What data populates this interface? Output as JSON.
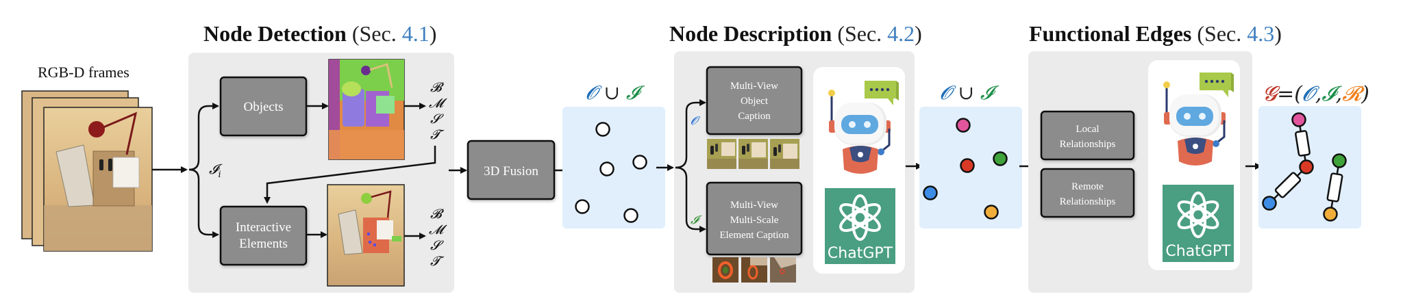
{
  "input": {
    "label": "RGB-D frames",
    "frame_count": 3
  },
  "stages": [
    {
      "id": "node-detection",
      "title": "Node Detection",
      "sec_prefix": "(Sec. ",
      "sec_number": "4.1",
      "sec_suffix": ")",
      "input_symbol": "𝓘",
      "input_subscript": "i",
      "boxes": [
        {
          "lines": [
            "Objects"
          ]
        },
        {
          "lines": [
            "Interactive",
            "Elements"
          ]
        }
      ],
      "outputs": [
        "𝓑",
        "𝓜",
        "𝓢",
        "𝓣"
      ]
    },
    {
      "id": "fusion",
      "box": {
        "lines": [
          "3D Fusion"
        ]
      }
    },
    {
      "id": "nodes-uncolored",
      "label_parts": [
        {
          "text": "𝓞",
          "color": "#1f6fb8"
        },
        {
          "text": " ∪ ",
          "color": "#222222"
        },
        {
          "text": "𝓘",
          "color": "#1d8f4a"
        }
      ],
      "node_count": 5
    },
    {
      "id": "node-description",
      "title": "Node Description",
      "sec_prefix": "(Sec. ",
      "sec_number": "4.2",
      "sec_suffix": ")",
      "branch_labels": [
        {
          "text": "𝓞",
          "color": "#2a6fd6"
        },
        {
          "text": "𝓘",
          "color": "#2b8a2b"
        }
      ],
      "boxes": [
        {
          "lines": [
            "Multi-View",
            "Object",
            "Caption"
          ]
        },
        {
          "lines": [
            "Multi-View",
            "Multi-Scale",
            "Element Caption"
          ]
        }
      ],
      "assistant": {
        "robot_icon": "robot-icon",
        "logo_text": "ChatGPT"
      }
    },
    {
      "id": "nodes-colored",
      "label_parts": [
        {
          "text": "𝓞",
          "color": "#1f6fb8"
        },
        {
          "text": " ∪ ",
          "color": "#222222"
        },
        {
          "text": "𝓘",
          "color": "#1d8f4a"
        }
      ],
      "node_colors": [
        "#e0559b",
        "#d93a26",
        "#3ea33a",
        "#3d8ce6",
        "#f0ad3a"
      ]
    },
    {
      "id": "functional-edges",
      "title": "Functional Edges",
      "sec_prefix": "(Sec. ",
      "sec_number": "4.3",
      "sec_suffix": ")",
      "boxes": [
        {
          "lines": [
            "Local",
            "Relationships"
          ]
        },
        {
          "lines": [
            "Remote",
            "Relationships"
          ]
        }
      ],
      "assistant": {
        "robot_icon": "robot-icon",
        "logo_text": "ChatGPT"
      }
    },
    {
      "id": "output-graph",
      "label_parts": [
        {
          "text": "𝓖",
          "color": "#c0392b"
        },
        {
          "text": "=(",
          "color": "#222222"
        },
        {
          "text": "𝓞",
          "color": "#1f6fb8"
        },
        {
          "text": ",",
          "color": "#222222"
        },
        {
          "text": "𝓘",
          "color": "#1d8f4a"
        },
        {
          "text": ",",
          "color": "#222222"
        },
        {
          "text": "𝓡",
          "color": "#f07f1a"
        },
        {
          "text": ")",
          "color": "#222222"
        }
      ],
      "node_colors": [
        "#e0559b",
        "#d93a26",
        "#3d8ce6",
        "#3ea33a",
        "#f0ad3a"
      ]
    }
  ],
  "colors": {
    "panel_gray": "#ebebeb",
    "node_panel_blue": "#e1effc",
    "box_gray": "#8c8c8c",
    "chatgpt_green": "#4a9e82",
    "section_number_blue": "#3f7fbf"
  }
}
